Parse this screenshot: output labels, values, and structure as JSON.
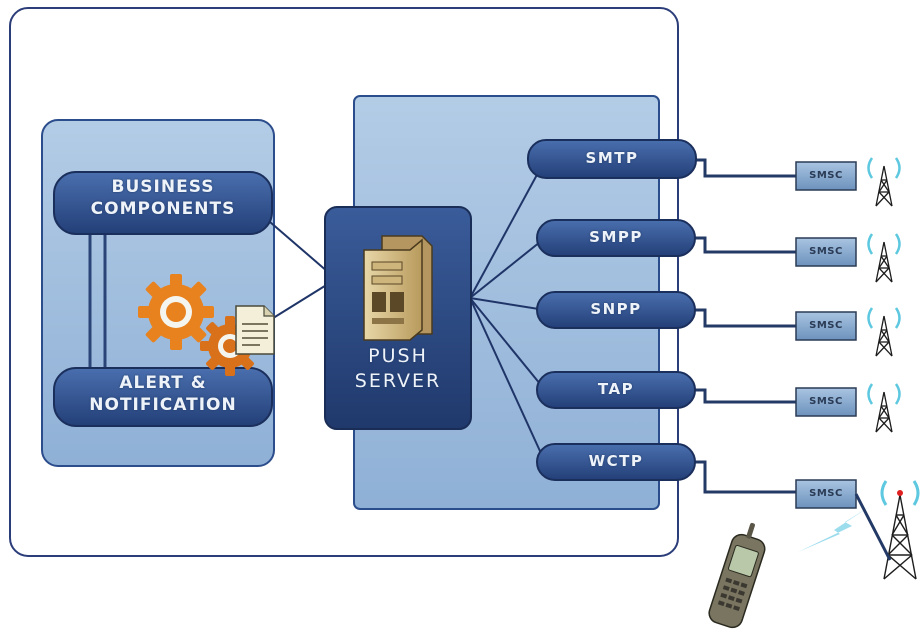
{
  "business_components": {
    "line1": "BUSINESS",
    "line2": "COMPONENTS"
  },
  "alert_notification": {
    "line1": "ALERT &",
    "line2": "NOTIFICATION"
  },
  "push_server": {
    "line1": "PUSH",
    "line2": "SERVER"
  },
  "protocols": [
    "SMTP",
    "SMPP",
    "SNPP",
    "TAP",
    "WCTP"
  ],
  "smsc_label": "SMSC",
  "colors": {
    "outer_border": "#2c3e7a",
    "panel_fill": "#9dbbdc",
    "panel_border": "#2c4d8c",
    "pill_fill": "#2d4f8c",
    "server_fill": "#2a4a84",
    "link_line": "#1f3568",
    "smsc_fill": "#7aa0c8",
    "gear": "#e8821e",
    "signal": "#5ec8e0"
  },
  "icons": [
    "gear-icon",
    "document-icon",
    "server-icon",
    "antenna-tower-icon",
    "mobile-phone-icon"
  ]
}
